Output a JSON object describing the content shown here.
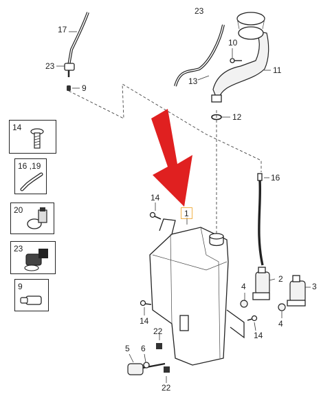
{
  "diagram": {
    "labels": {
      "l23top": "23",
      "l17": "17",
      "l23": "23",
      "l9": "9",
      "l10": "10",
      "l11": "11",
      "l13": "13",
      "l12": "12",
      "l16": "16",
      "l14a": "14",
      "l1": "1",
      "l2": "2",
      "l3": "3",
      "l4a": "4",
      "l4b": "4",
      "l14b": "14",
      "l14c": "14",
      "l22a": "22",
      "l22b": "22",
      "l5": "5",
      "l6": "6"
    },
    "legend": [
      {
        "label": "14"
      },
      {
        "label": "16 ,19"
      },
      {
        "label": "20"
      },
      {
        "label": "23"
      },
      {
        "label": "9"
      }
    ],
    "colors": {
      "arrow": "#e02020",
      "highlight": "#f0b24a",
      "line": "#222222"
    }
  }
}
